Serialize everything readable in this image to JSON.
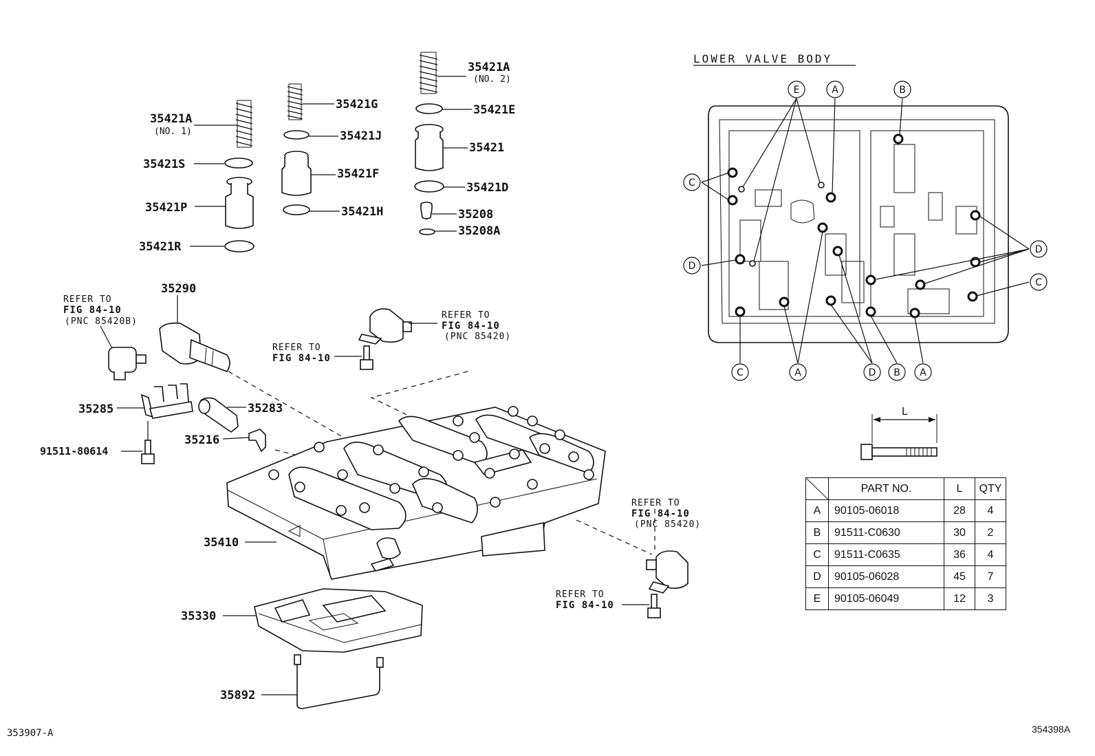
{
  "labels": {
    "spring_a_no1": "35421A",
    "spring_a_no1_sub": "(NO. 1)",
    "ring_s": "35421S",
    "sleeve_p": "35421P",
    "ring_r": "35421R",
    "spring_g": "35421G",
    "ring_j": "35421J",
    "sleeve_f": "35421F",
    "ring_h": "35421H",
    "spring_a_no2": "35421A",
    "spring_a_no2_sub": "(NO. 2)",
    "ring_e": "35421E",
    "sleeve": "35421",
    "ring_d": "35421D",
    "plug": "35208",
    "clip": "35208A",
    "solenoid": "35290",
    "bracket": "35285",
    "valve": "35283",
    "retainer": "35216",
    "bolt": "91511-80614",
    "valve_body": "35410",
    "strainer": "35330",
    "pipe": "35892"
  },
  "refs": {
    "left": {
      "line1": "REFER TO",
      "line2": "FIG 84-10",
      "line3": "(PNC 85420B)"
    },
    "top_right": {
      "line1": "REFER TO",
      "line2": "FIG 84-10",
      "line3": "(PNC 85420)"
    },
    "mid": {
      "line1": "REFER TO",
      "line2": "FIG 84-10"
    },
    "bottom_right": {
      "line1": "REFER TO",
      "line2": "FIG 84-10",
      "line3": "(PNC 85420)"
    },
    "bottom": {
      "line1": "REFER TO",
      "line2": "FIG 84-10"
    }
  },
  "lower_valve_body": {
    "title": "LOWER VALVE BODY",
    "callouts": {
      "e_top": "E",
      "a_top": "A",
      "b_top": "B",
      "c_left": "C",
      "d_left": "D",
      "d_right": "D",
      "c_right": "C",
      "c_bottom": "C",
      "a_bottom1": "A",
      "d_bottom": "D",
      "b_bottom": "B",
      "a_bottom2": "A"
    },
    "dimension_label": "L"
  },
  "table": {
    "headers": {
      "part_no": "PART NO.",
      "l": "L",
      "qty": "QTY"
    },
    "rows": [
      {
        "key": "A",
        "part_no": "90105-06018",
        "l": "28",
        "qty": "4"
      },
      {
        "key": "B",
        "part_no": "91511-C0630",
        "l": "30",
        "qty": "2"
      },
      {
        "key": "C",
        "part_no": "91511-C0635",
        "l": "36",
        "qty": "4"
      },
      {
        "key": "D",
        "part_no": "90105-06028",
        "l": "45",
        "qty": "7"
      },
      {
        "key": "E",
        "part_no": "90105-06049",
        "l": "12",
        "qty": "3"
      }
    ]
  },
  "footer": {
    "left_code": "353907-A",
    "right_code": "354398A"
  }
}
